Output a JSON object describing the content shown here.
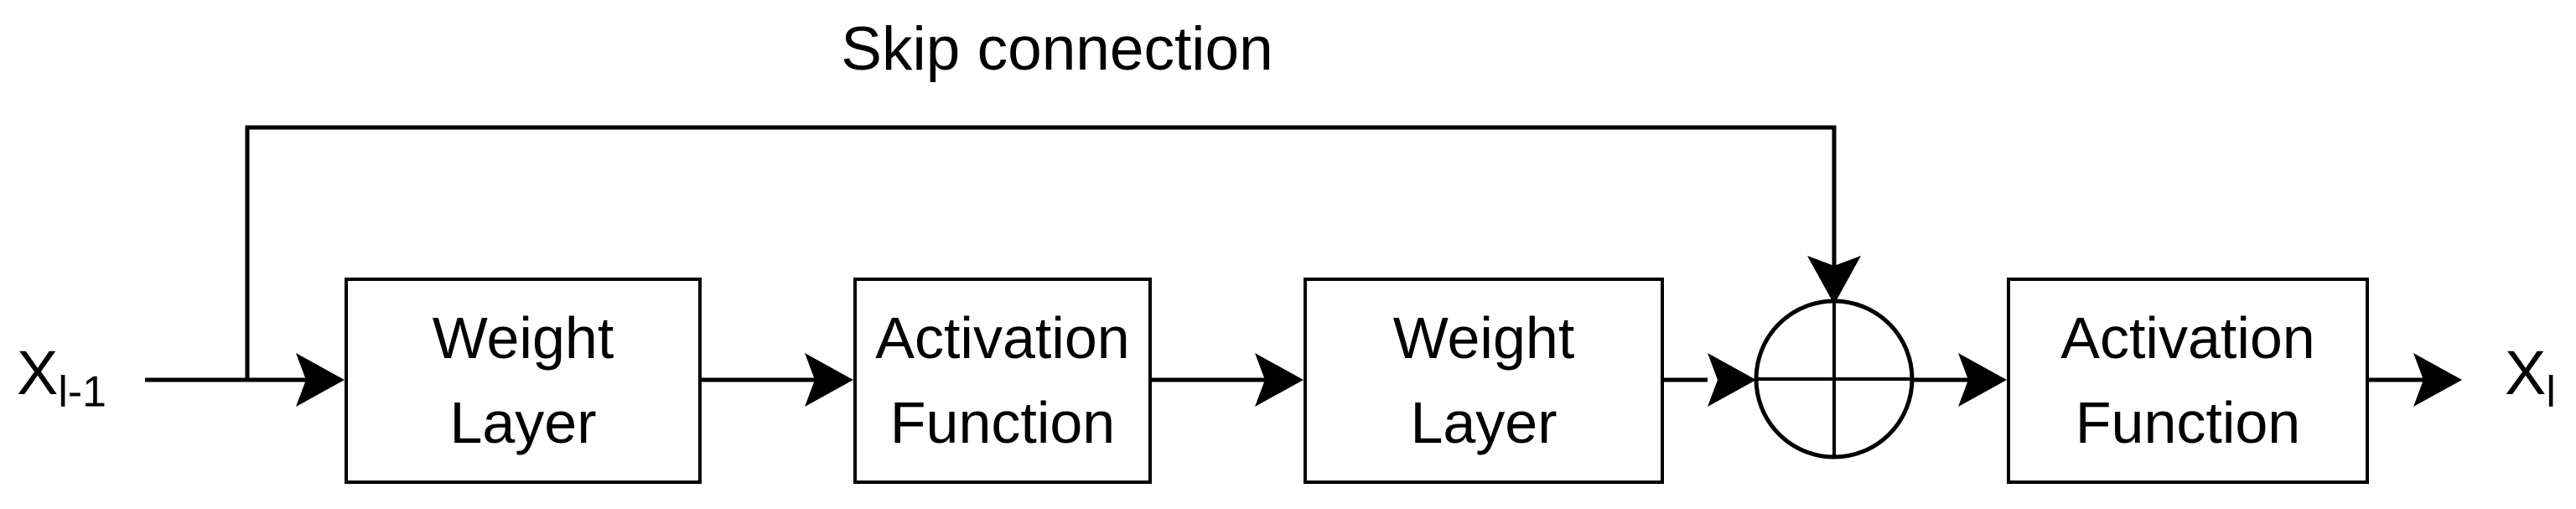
{
  "title": "Skip connection",
  "input_label": {
    "base": "X",
    "subscript": "l-1"
  },
  "output_label": {
    "base": "X",
    "subscript": "l"
  },
  "nodes": [
    {
      "id": "weight-layer-1",
      "line1": "Weight",
      "line2": "Layer"
    },
    {
      "id": "activation-function-1",
      "line1": "Activation",
      "line2": "Function"
    },
    {
      "id": "weight-layer-2",
      "line1": "Weight",
      "line2": "Layer"
    },
    {
      "id": "activation-function-2",
      "line1": "Activation",
      "line2": "Function"
    }
  ],
  "sum_node": {
    "symbol": "circled-plus",
    "meaning": "element-wise addition"
  },
  "colors": {
    "stroke": "#000000",
    "background": "#ffffff",
    "text": "#000000"
  }
}
